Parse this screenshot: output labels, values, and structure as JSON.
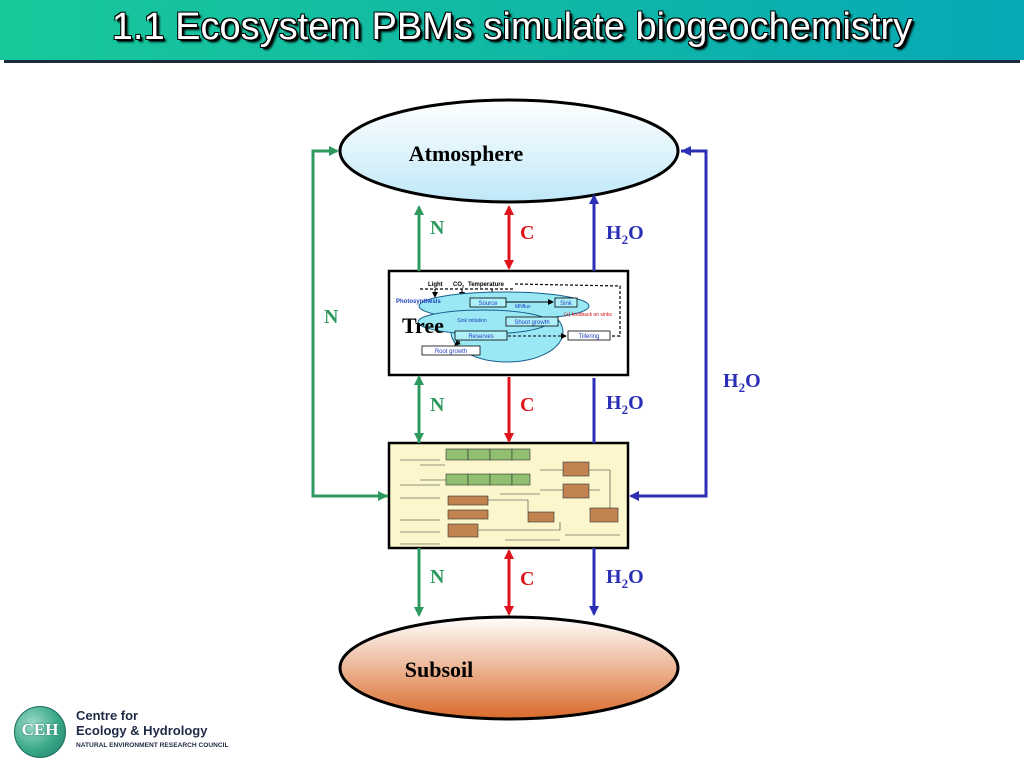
{
  "title": "1.1 Ecosystem PBMs simulate biogeochemistry",
  "nodes": {
    "atmosphere": "Atmosphere",
    "tree": "Tree",
    "subsoil": "Subsoil"
  },
  "flows": {
    "n": "N",
    "c": "C",
    "h2o_main": "H",
    "h2o_sub": "2",
    "h2o_tail": "O"
  },
  "tree_model": {
    "light": "Light",
    "co2": "CO",
    "co2_sub": "2",
    "temperature": "Temperature",
    "photosynthesis": "Photosynthesis",
    "source": "Source",
    "mnflux": "MNflux",
    "sink": "Sink",
    "feedback": "(+) feedback on sinks",
    "sink_initiation": "Sink initiation",
    "shoot_growth": "Shoot growth",
    "reserves": "Reserves",
    "tillering": "Tillering",
    "root_growth": "Root growth"
  },
  "logo": {
    "acronym": "CEH",
    "line1": "Centre for",
    "line2": "Ecology & Hydrology",
    "line3": "NATURAL ENVIRONMENT RESEARCH COUNCIL"
  },
  "colors": {
    "nitrogen": "#2e9a5f",
    "carbon": "#e0141c",
    "water": "#2b2fb5",
    "title_bar": "#12c0a0"
  }
}
